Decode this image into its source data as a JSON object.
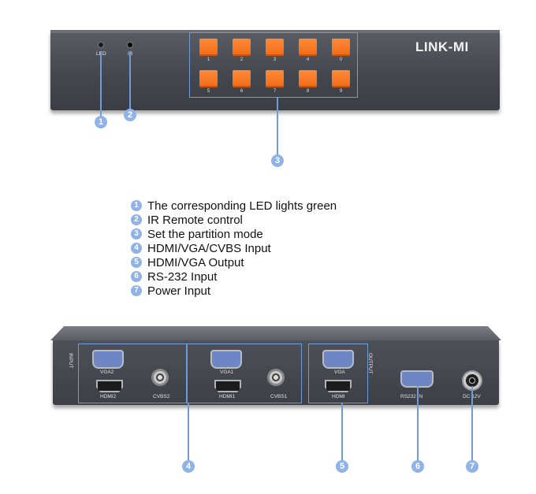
{
  "front": {
    "logo": "LINK-MI",
    "led_label": "LED",
    "ir_label": "IR",
    "buttons": [
      "1",
      "2",
      "3",
      "4",
      "0",
      "5",
      "6",
      "7",
      "8",
      "9"
    ]
  },
  "callouts": [
    "1",
    "2",
    "3",
    "4",
    "5",
    "6",
    "7"
  ],
  "legend": {
    "items": [
      {
        "num": "1",
        "text": "The corresponding LED lights green"
      },
      {
        "num": "2",
        "text": "IR Remote control"
      },
      {
        "num": "3",
        "text": "Set the partition mode"
      },
      {
        "num": "4",
        "text": "HDMI/VGA/CVBS Input"
      },
      {
        "num": "5",
        "text": "HDMI/VGA Output"
      },
      {
        "num": "6",
        "text": "RS-232 Input"
      },
      {
        "num": "7",
        "text": "Power Input"
      }
    ]
  },
  "rear": {
    "input_label": "INPUT",
    "output_label": "OUTPUT",
    "vga2": "VGA2",
    "hdmi2": "HDMI2",
    "cvbs2": "CVBS2",
    "vga1": "VGA1",
    "hdmi1": "HDMI1",
    "cvbs1": "CVBS1",
    "vga_out": "VGA",
    "hdmi_out": "HDMI",
    "rs232": "RS232 IN",
    "dc": "DC 12V"
  },
  "colors": {
    "accent": "#6f9cd8",
    "button": "#f47a22",
    "panel": "#4a4e54"
  }
}
